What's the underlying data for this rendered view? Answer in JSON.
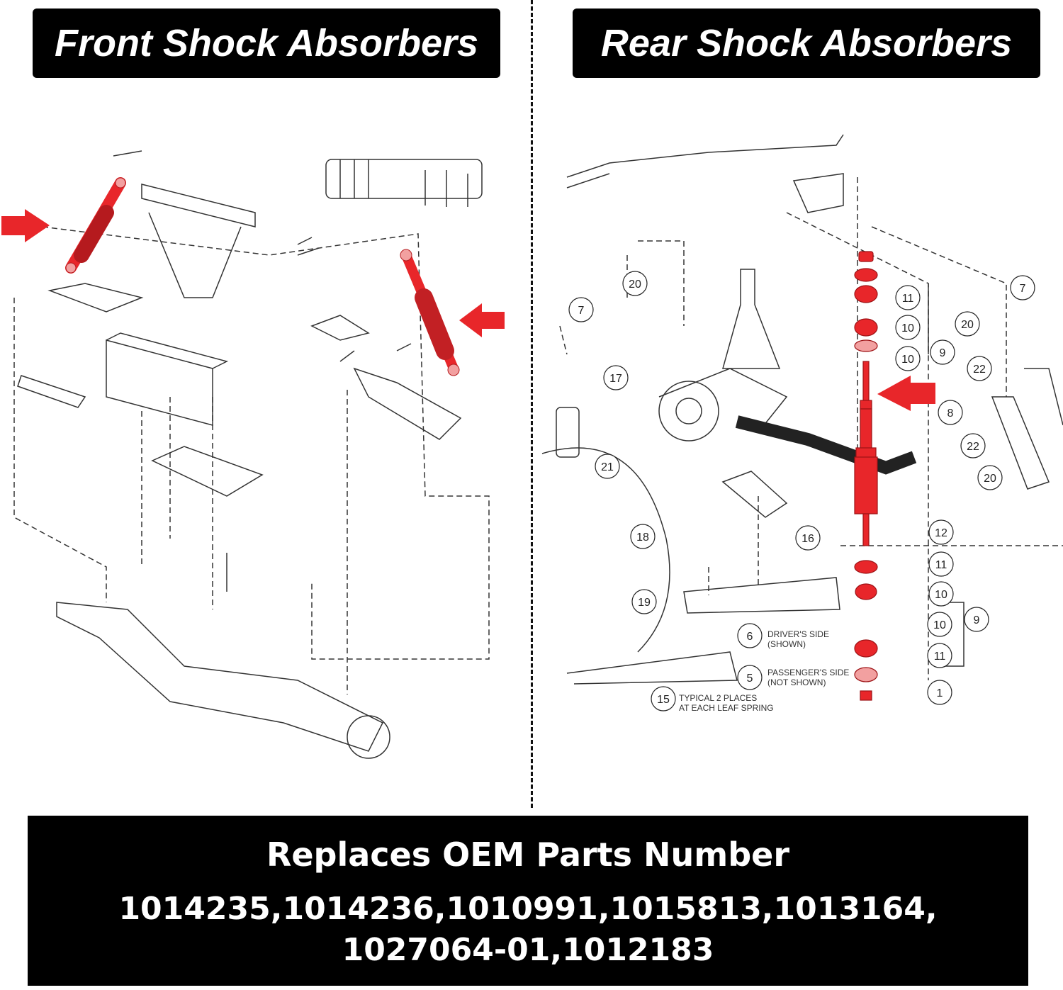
{
  "front": {
    "title": "Front Shock Absorbers"
  },
  "rear": {
    "title": "Rear Shock Absorbers",
    "callouts": [
      "20",
      "7",
      "17",
      "21",
      "18",
      "19",
      "11",
      "10",
      "10",
      "9",
      "12",
      "11",
      "10",
      "10",
      "11",
      "1",
      "9",
      "16",
      "6",
      "5",
      "15",
      "7",
      "20",
      "22",
      "8",
      "22",
      "20"
    ],
    "notes": {
      "drivers_side": "DRIVER'S SIDE",
      "drivers_shown": "(SHOWN)",
      "passengers_side": "PASSENGER'S SIDE",
      "passengers_not_shown": "(NOT SHOWN)",
      "typical_1": "TYPICAL 2 PLACES",
      "typical_2": "AT EACH LEAF SPRING"
    }
  },
  "footer": {
    "title": "Replaces OEM Parts Number",
    "parts_line_1": "1014235,1014236,1010991,1015813,1013164,",
    "parts_line_2": "1027064-01,1012183"
  },
  "colors": {
    "highlight": "#e8262a",
    "banner": "#000000"
  }
}
